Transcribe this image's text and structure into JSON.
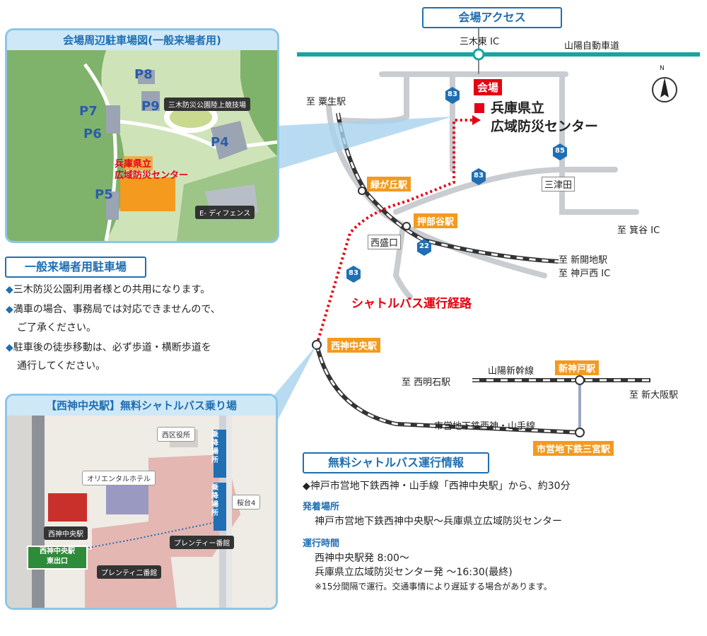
{
  "access_title": "会場アクセス",
  "venue_tag": "会場",
  "venue_name_l1": "兵庫県立",
  "venue_name_l2": "広域防災センター",
  "ic_mikihigashi": "三木東 IC",
  "expressway": "山陽自動車道",
  "to_awao": "至 粟生駅",
  "midorigaoka": "緑が丘駅",
  "oshibedani": "押部谷駅",
  "nishisakaguchi": "西盛口",
  "mitsuda": "三津田",
  "to_minotani": "至 箕谷 IC",
  "to_shinkaichi": "至 新開地駅",
  "to_kobenishi": "至 神戸西 IC",
  "route83": "83",
  "route85": "85",
  "route22": "22",
  "shuttle_route_label": "シャトルバス運行経路",
  "seishin_chuo": "西神中央駅",
  "sanyo_shinkansen": "山陽新幹線",
  "shin_kobe": "新神戸駅",
  "to_nishiakashi": "至 西明石駅",
  "to_shin_osaka": "至 新大阪駅",
  "subway_line": "市営地下鉄西神・山手線",
  "sannomiya": "市営地下鉄三宮駅",
  "north": "N",
  "parking_map": {
    "title": "会場周辺駐車場図(一般来場者用)",
    "lots": [
      "P8",
      "P9",
      "P7",
      "P6",
      "P4",
      "P5"
    ],
    "stadium": "三木防災公園陸上競技場",
    "center_l1": "兵庫県立",
    "center_l2": "広域防災センター",
    "edefense": "E- ディフェンス"
  },
  "parking_info": {
    "title": "一般来場者用駐車場",
    "bullet": "◆",
    "items": [
      "三木防災公園利用者様との共用になります。",
      "満車の場合、事務局では対応できませんので、",
      "ご了承ください。",
      "駐車後の徒歩移動は、必ず歩道・横断歩道を",
      "通行してください。"
    ]
  },
  "shuttle_map": {
    "title": "【西神中央駅】無料シャトルバス乗り場",
    "ward_office": "西区役所",
    "hotel": "オリエンタルホテル",
    "station": "西神中央駅",
    "plenty1": "プレンティー番館",
    "plenty2": "プレンティ二番館",
    "exit_l1": "西神中央駅",
    "exit_l2": "東出口",
    "stop1": "乗降場所",
    "stop2": "乗降場所",
    "sakuradai": "桜台4"
  },
  "shuttle_info": {
    "title": "無料シャトルバス運行情報",
    "line1": "◆神戸市営地下鉄西神・山手線「西神中央駅」から、約30分",
    "h_stops": "発着場所",
    "stops": "神戸市営地下鉄西神中央駅〜兵庫県立広域防災センター",
    "h_times": "運行時間",
    "t1": "西神中央駅発 8:00〜",
    "t2": "兵庫県立広域防災センター発 〜16:30(最終)",
    "note": "※15分間隔で運行。交通事情により遅延する場合があります。"
  },
  "colors": {
    "accent": "#1f6fb2",
    "venue": "#e60012",
    "orange": "#f39a1f",
    "expressway": "#1aa3a3"
  }
}
